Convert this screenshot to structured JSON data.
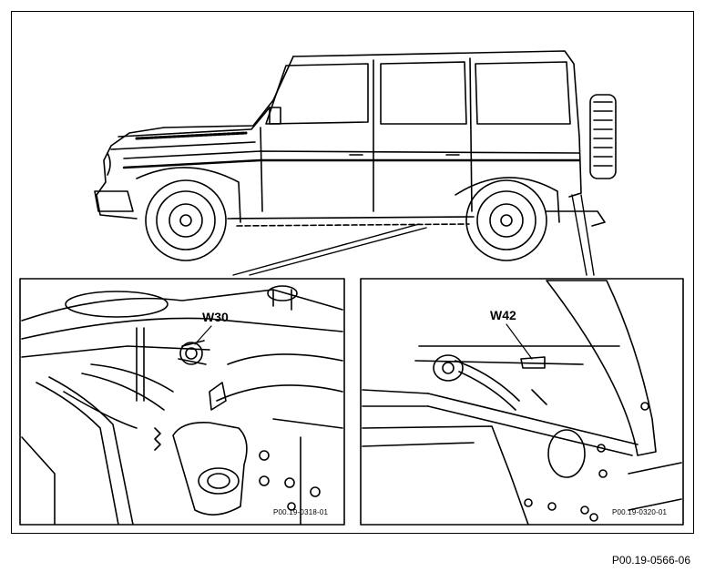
{
  "callouts": {
    "left": "W30",
    "right": "W42"
  },
  "inset_part_numbers": {
    "left": "P00.19-0318-01",
    "right": "P00.19-0320-01"
  },
  "figure_number": "P00.19-0566-06",
  "colors": {
    "line": "#000000",
    "background": "#ffffff"
  }
}
